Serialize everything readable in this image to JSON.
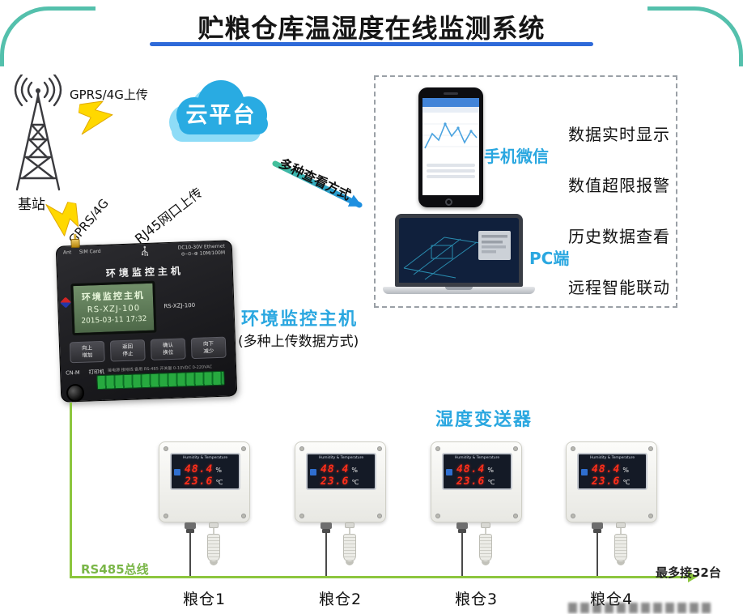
{
  "title": "贮粮仓库温湿度在线监测系统",
  "labels": {
    "base_station": "基站",
    "gprs_upload": "GPRS/4G上传",
    "gprs": "GPRS/4G",
    "rj45": "RJ45网口上传",
    "view_methods": "多种查看方式",
    "cloud": "云平台",
    "phone": "手机微信",
    "pc": "PC端",
    "host_name": "环境监控主机",
    "host_sub": "(多种上传数据方式)",
    "sensors_title": "湿度变送器",
    "bus": "RS485总线",
    "max_units": "最多接32台"
  },
  "features": [
    "数据实时显示",
    "数值超限报警",
    "历史数据查看",
    "远程智能联动"
  ],
  "host": {
    "top_left_1": "Ant",
    "top_left_2": "SIM Card",
    "top_right_1": "DC10-30V  Ethernet",
    "top_right_2": "⊖–⊙–⊕  10M/100M",
    "panel_title": "环境监控主机",
    "screen_line1": "环境监控主机",
    "screen_line2": "RS-XZJ-100",
    "screen_line3": "2015-03-11 17:32",
    "model": "RS-XZJ-100",
    "buttons": [
      {
        "top": "向上",
        "bottom": "增加"
      },
      {
        "top": "返回",
        "bottom": "停止"
      },
      {
        "top": "确认",
        "bottom": "换位"
      },
      {
        "top": "向下",
        "bottom": "减少"
      }
    ],
    "terminal_text": "接电源 接地线 备用 RS-485 开关量 0-10VDC 0-220VAC",
    "port_label": "CN-M",
    "printer_label": "打印机"
  },
  "sensor_display": {
    "title": "Humidity & Temperature",
    "humidity": "48.4",
    "humidity_unit": "%",
    "temperature": "23.6",
    "temperature_unit": "℃"
  },
  "granaries": [
    "粮仓1",
    "粮仓2",
    "粮仓3",
    "粮仓4"
  ],
  "colors": {
    "accent_teal": "#54c0ac",
    "underline_blue": "#2e6ad9",
    "label_blue": "#2aa7e0",
    "bus_green": "#8cc63e",
    "cloud_blue": "#29abe2",
    "lightning_yellow": "#ffd800",
    "led_red": "#ff2e1a"
  }
}
